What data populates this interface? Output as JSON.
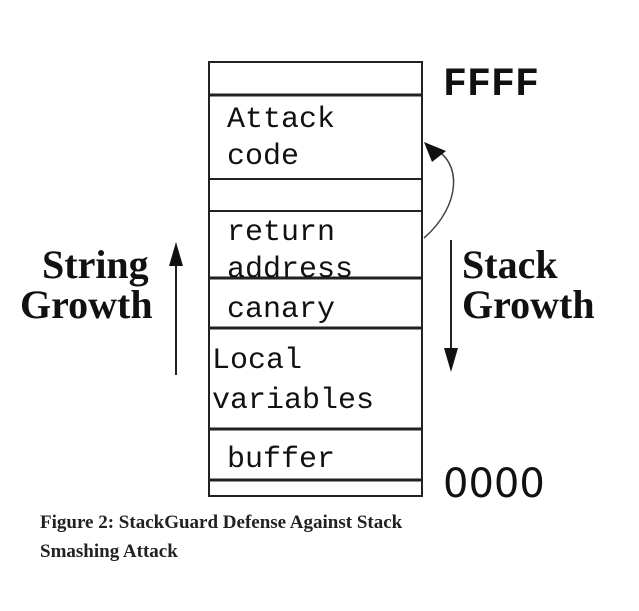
{
  "addresses": {
    "high": "FFFF",
    "low": "0000"
  },
  "stack_cells": [
    {
      "id": "top-empty",
      "lines": []
    },
    {
      "id": "attack-code",
      "lines": [
        "Attack",
        "code"
      ]
    },
    {
      "id": "gap-empty",
      "lines": []
    },
    {
      "id": "return-address",
      "lines": [
        "return",
        "address"
      ]
    },
    {
      "id": "canary",
      "lines": [
        "canary"
      ]
    },
    {
      "id": "local-variables",
      "lines": [
        "Local",
        "variables"
      ]
    },
    {
      "id": "buffer",
      "lines": [
        "buffer"
      ]
    }
  ],
  "string_growth": {
    "line1": "String",
    "line2": "Growth"
  },
  "stack_growth": {
    "line1": "Stack",
    "line2": "Growth"
  },
  "caption": {
    "line1": "Figure 2:   StackGuard Defense Against Stack",
    "line2": "Smashing Attack"
  }
}
